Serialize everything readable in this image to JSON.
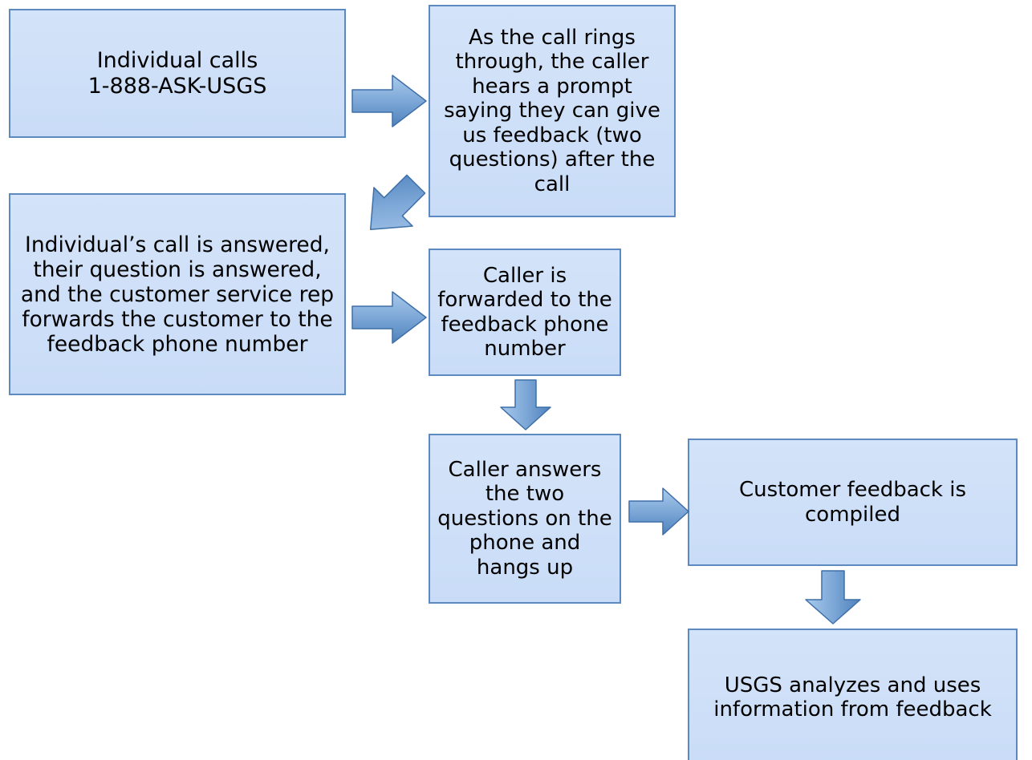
{
  "diagram": {
    "title": "USGS 1-888-ASK-USGS caller feedback process flowchart",
    "colors": {
      "node_fill_top": "#d3e3f9",
      "node_fill_bottom": "#c9dcf7",
      "node_border": "#5b89c0",
      "arrow_fill_light": "#a8c8ea",
      "arrow_fill_dark": "#4a80bd",
      "arrow_border": "#3a6ea8",
      "background": "#ffffff",
      "text": "#000000"
    },
    "nodes": [
      {
        "id": "individual-calls",
        "text": "Individual calls\n1-888-ASK-USGS"
      },
      {
        "id": "call-rings",
        "text": "As the call rings through, the caller hears a prompt saying they can give us feedback (two questions) after the call"
      },
      {
        "id": "call-answered",
        "text": "Individual’s call is answered, their question is answered, and the customer service rep forwards the customer to the feedback phone number"
      },
      {
        "id": "forwarded",
        "text": "Caller is forwarded to the feedback phone number"
      },
      {
        "id": "answers-questions",
        "text": "Caller answers the two questions on the phone and hangs up"
      },
      {
        "id": "compiled",
        "text": "Customer feedback is compiled"
      },
      {
        "id": "usgs-analyzes",
        "text": "USGS analyzes and uses information from feedback"
      }
    ],
    "arrows": [
      {
        "id": "calls-to-rings",
        "from": "individual-calls",
        "to": "call-rings",
        "direction": "right"
      },
      {
        "id": "rings-to-answered",
        "from": "call-rings",
        "to": "call-answered",
        "direction": "down-left"
      },
      {
        "id": "answered-to-fwd",
        "from": "call-answered",
        "to": "forwarded",
        "direction": "right"
      },
      {
        "id": "fwd-to-answers",
        "from": "forwarded",
        "to": "answers-questions",
        "direction": "down"
      },
      {
        "id": "answers-to-comp",
        "from": "answers-questions",
        "to": "compiled",
        "direction": "right"
      },
      {
        "id": "comp-to-usgs",
        "from": "compiled",
        "to": "usgs-analyzes",
        "direction": "down"
      }
    ]
  }
}
